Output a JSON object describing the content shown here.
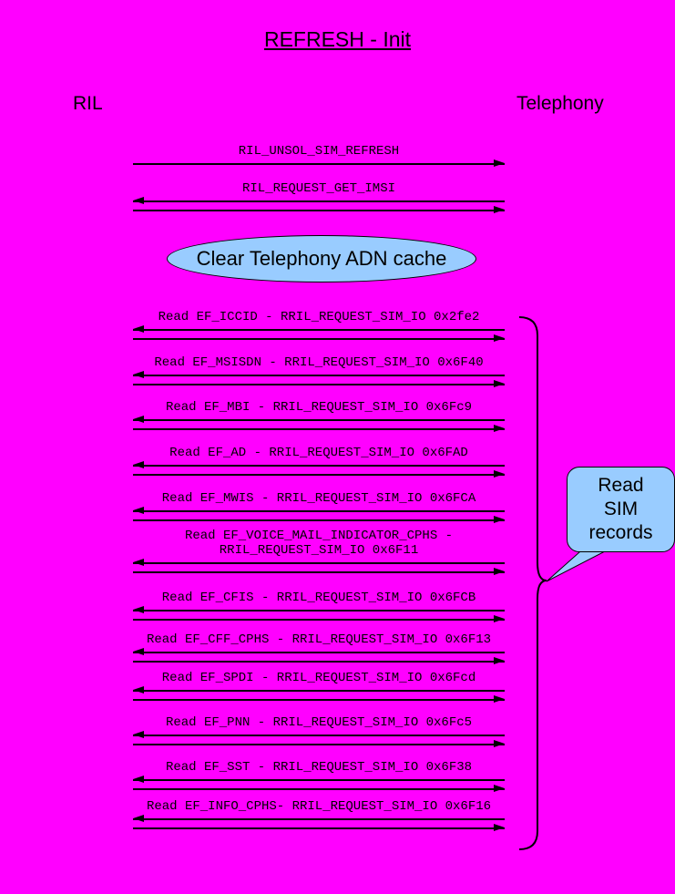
{
  "title": "REFRESH - Init",
  "actors": {
    "left": "RIL",
    "right": "Telephony"
  },
  "note": {
    "text": "Clear Telephony ADN cache"
  },
  "callout": {
    "text": "Read SIM records"
  },
  "colors": {
    "background": "#FF00FF",
    "bubble_fill": "#99CCFF",
    "line": "#000000"
  },
  "messages": [
    {
      "label": "RIL_UNSOL_SIM_REFRESH",
      "direction": "right"
    },
    {
      "label": "RIL_REQUEST_GET_IMSI",
      "direction": "both"
    },
    {
      "label": "Read EF_ICCID - RRIL_REQUEST_SIM_IO 0x2fe2",
      "direction": "both"
    },
    {
      "label": "Read EF_MSISDN - RRIL_REQUEST_SIM_IO 0x6F40",
      "direction": "both"
    },
    {
      "label": "Read EF_MBI - RRIL_REQUEST_SIM_IO 0x6Fc9",
      "direction": "both"
    },
    {
      "label": "Read EF_AD - RRIL_REQUEST_SIM_IO 0x6FAD",
      "direction": "both"
    },
    {
      "label": "Read EF_MWIS - RRIL_REQUEST_SIM_IO 0x6FCA",
      "direction": "both"
    },
    {
      "label": "Read EF_VOICE_MAIL_INDICATOR_CPHS -",
      "label2": "RRIL_REQUEST_SIM_IO 0x6F11",
      "direction": "both"
    },
    {
      "label": "Read EF_CFIS - RRIL_REQUEST_SIM_IO 0x6FCB",
      "direction": "both"
    },
    {
      "label": "Read EF_CFF_CPHS - RRIL_REQUEST_SIM_IO 0x6F13",
      "direction": "both"
    },
    {
      "label": "Read EF_SPDI - RRIL_REQUEST_SIM_IO 0x6Fcd",
      "direction": "both"
    },
    {
      "label": "Read EF_PNN - RRIL_REQUEST_SIM_IO 0x6Fc5",
      "direction": "both"
    },
    {
      "label": "Read EF_SST - RRIL_REQUEST_SIM_IO 0x6F38",
      "direction": "both"
    },
    {
      "label": "Read EF_INFO_CPHS- RRIL_REQUEST_SIM_IO 0x6F16",
      "direction": "both"
    }
  ]
}
